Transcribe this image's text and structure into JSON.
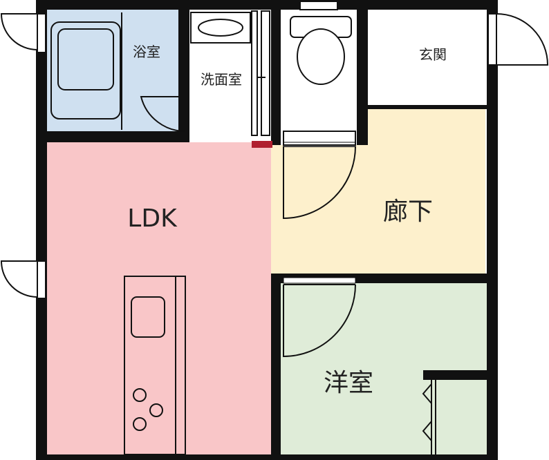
{
  "colors": {
    "bathroom": "#cfe0f0",
    "ldk": "#f9c6c8",
    "hallway": "#fdf0cc",
    "western_room": "#dfecd8",
    "wall": "#111111",
    "text": "#222222"
  },
  "rooms": {
    "bathroom": {
      "label": "浴室"
    },
    "washroom": {
      "label": "洗面室"
    },
    "entrance": {
      "label": "玄関"
    },
    "ldk": {
      "label": "LDK"
    },
    "hallway": {
      "label": "廊下"
    },
    "western_room": {
      "label": "洋室"
    }
  }
}
